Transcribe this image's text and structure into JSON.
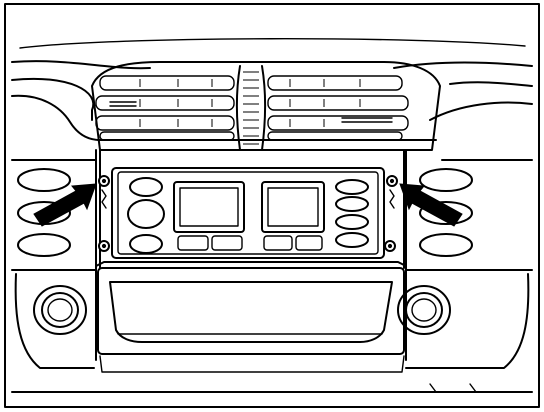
{
  "diagram": {
    "stroke_color": "#000000",
    "background_color": "#ffffff",
    "arrows": [
      {
        "side": "left",
        "points_to": "left-mounting-screw"
      },
      {
        "side": "right",
        "points_to": "right-mounting-screw"
      }
    ],
    "screws_on_panel": 4,
    "labels": []
  }
}
